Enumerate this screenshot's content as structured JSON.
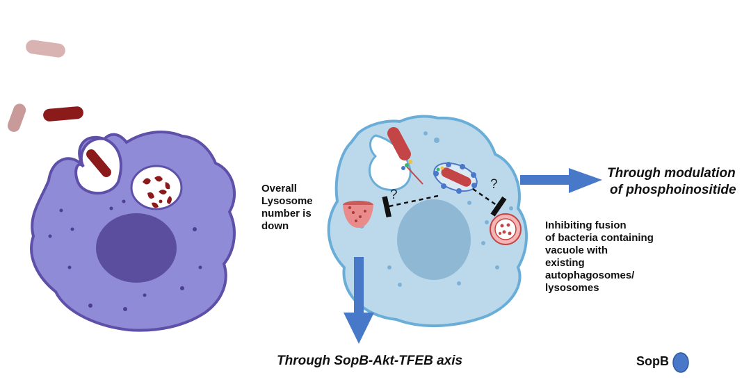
{
  "labels": {
    "lysosome_text": [
      "Overall",
      "Lysosome",
      "number is",
      "down"
    ],
    "modulation_text": [
      "Through modulation",
      "of phosphoinositide"
    ],
    "fusion_text": [
      "Inhibiting fusion",
      "of bacteria containing",
      "vacuole with",
      "existing",
      "autophagosomes/",
      "lysosomes"
    ],
    "axis_text": "Through SopB-Akt-TFEB axis",
    "legend_label": "SopB",
    "question_left": "?",
    "question_right": "?"
  },
  "colors": {
    "infected_cell_fill": "#8f8bd6",
    "infected_cell_outline": "#5e50a8",
    "infected_nucleus": "#5b4e9e",
    "host_cell_fill": "#bcd9ec",
    "host_cell_outline": "#6aaed8",
    "host_nucleus": "#8fb8d4",
    "bacterium_dark": "#8b1a1a",
    "bacterium_faded": "#c99a9a",
    "lysosome": "#e98b8b",
    "arrow_blue": "#4878c8",
    "sopb": "#4a78c8"
  }
}
